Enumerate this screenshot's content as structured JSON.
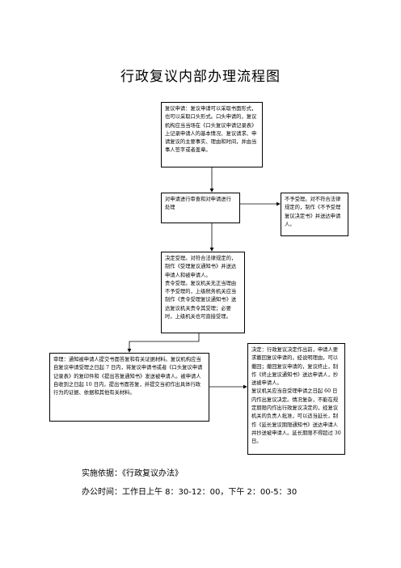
{
  "title": "行政复议内部办理流程图",
  "boxes": {
    "application": "复议申请：复议申请可以采取书面形式，也可以采取口头形式。口头申请的，复议机构应当当场在《口头复议申请记录表》上记录申请人的基本情况、复议请求、申请复议的主要事实、理由和时间，并由当事人签字或者盖章。",
    "review": "对申请进行审查和对申请进行处理",
    "reject": "不予受理。对不符合法律规定的，制作《不予受理复议决定书》并送达申请人。",
    "decision": "决定受理。对符合法律规定的，制作《受理复议通知书》并送达申请人和被申请人。\n责令受理。复议机关无正当理由不予受理的，上级税务机关应当制作《责令受理复议通知书》送达复议机关责令其受理；必要时，上级机关也可直接受理。",
    "hearing": "审理：通知被申请人提交书面答复和有关证据材料。复议机构应当自复议申请受理之日起 7 日内，将复议申请书或者《口头复议申请记录表》的复印件和《提出答复通知书》发送被申请人。被申请人自收到之日起 10 日内，提出书面答复，并提交当初作出具体行政行为的证据、依据和其他有关材料。",
    "final": "决定：行政复议决定作出前，申请人要求撤回复议申请的，经说明理由，可以撤回；撤回复议申请的，复议终止，制作《终止复议通知书》送达申请人，抄送被申请人。\n复议机关应当自受理申请之日起 60 日内作出复议决定。情况复杂，不能在规定期限内作出行政复议决定的，经复议机关的负责人批准，可以适当延长，制作《延长复议期限通知书》送达申请人并抄送被申请人。延长期限不得超过 30 日。"
  },
  "footer": {
    "basis": "实施依据：《行政复议办法》",
    "hours": "办公时间：工作日上午 8：30-12：00，下午 2：00-5：30"
  }
}
